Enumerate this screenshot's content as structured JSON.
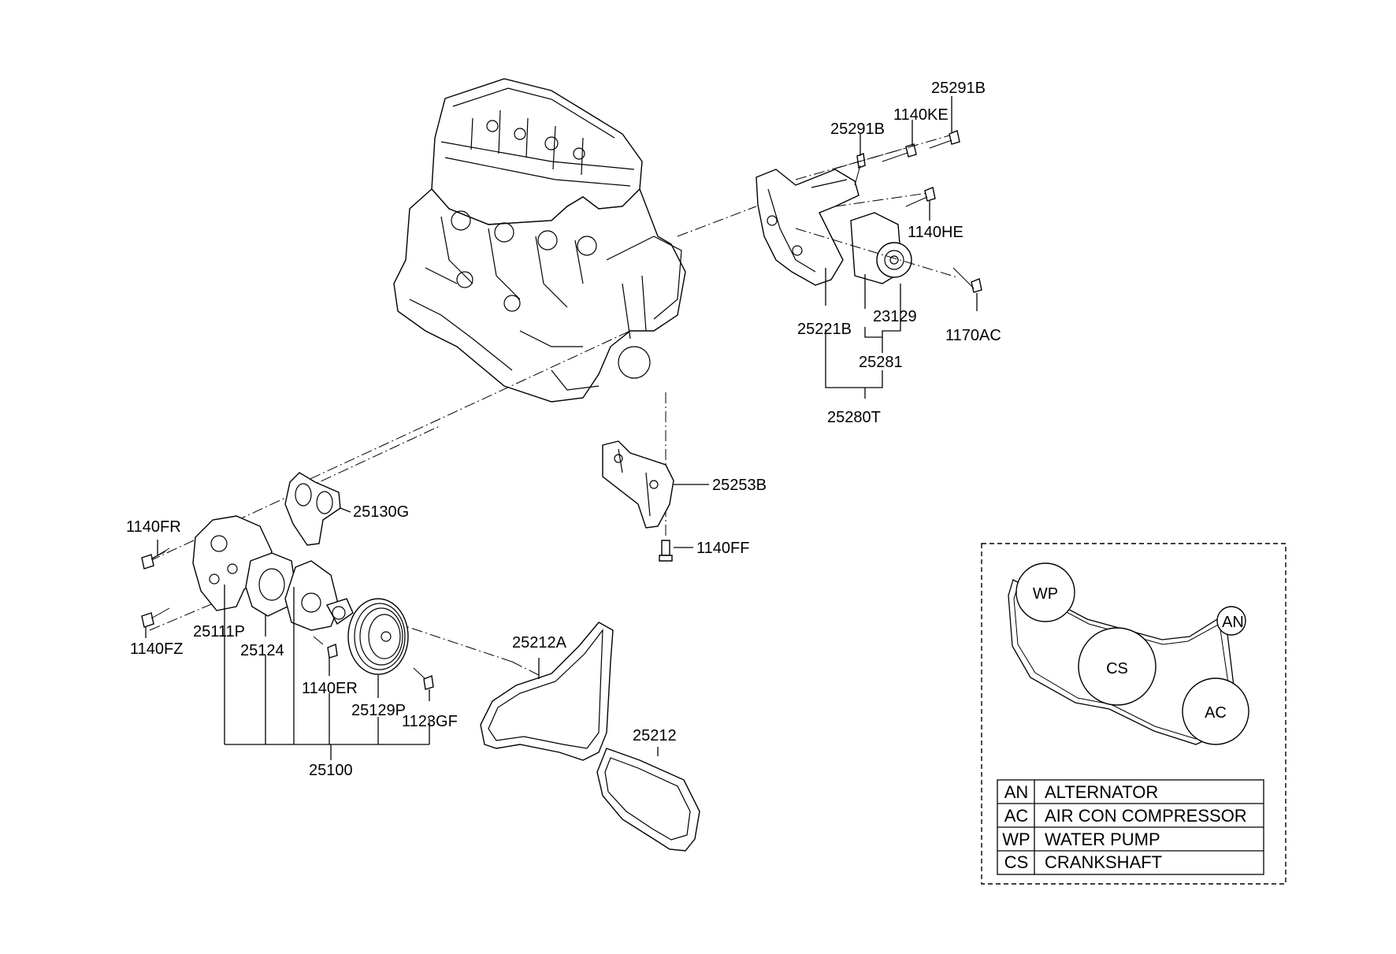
{
  "part_labels": [
    {
      "id": "p25291B_r",
      "text": "25291B"
    },
    {
      "id": "p1140KE",
      "text": "1140KE"
    },
    {
      "id": "p25291B_l",
      "text": "25291B"
    },
    {
      "id": "p1140HE",
      "text": "1140HE"
    },
    {
      "id": "p23129",
      "text": "23129"
    },
    {
      "id": "p25221B",
      "text": "25221B"
    },
    {
      "id": "p1170AC",
      "text": "1170AC"
    },
    {
      "id": "p25281",
      "text": "25281"
    },
    {
      "id": "p25280T",
      "text": "25280T"
    },
    {
      "id": "p25253B",
      "text": "25253B"
    },
    {
      "id": "p25130G",
      "text": "25130G"
    },
    {
      "id": "p1140FR",
      "text": "1140FR"
    },
    {
      "id": "p1140FF",
      "text": "1140FF"
    },
    {
      "id": "p25111P",
      "text": "25111P"
    },
    {
      "id": "p25124",
      "text": "25124"
    },
    {
      "id": "p1140FZ",
      "text": "1140FZ"
    },
    {
      "id": "p25212A",
      "text": "25212A"
    },
    {
      "id": "p1140ER",
      "text": "1140ER"
    },
    {
      "id": "p25129P",
      "text": "25129P"
    },
    {
      "id": "p1123GF",
      "text": "1123GF"
    },
    {
      "id": "p25212",
      "text": "25212"
    },
    {
      "id": "p25100",
      "text": "25100"
    }
  ],
  "belt_routing": {
    "pulleys": [
      {
        "code": "WP"
      },
      {
        "code": "AN"
      },
      {
        "code": "CS"
      },
      {
        "code": "AC"
      }
    ]
  },
  "legend": [
    {
      "code": "AN",
      "name": "ALTERNATOR"
    },
    {
      "code": "AC",
      "name": "AIR CON COMPRESSOR"
    },
    {
      "code": "WP",
      "name": "WATER PUMP"
    },
    {
      "code": "CS",
      "name": "CRANKSHAFT"
    }
  ]
}
